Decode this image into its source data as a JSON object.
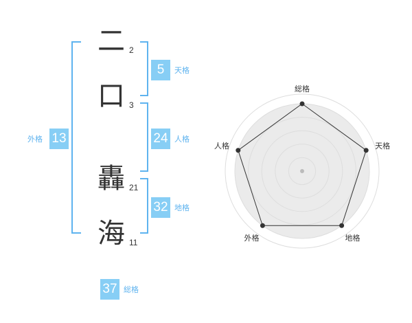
{
  "characters": [
    {
      "char": "二",
      "strokes": "2"
    },
    {
      "char": "口",
      "strokes": "3"
    },
    {
      "char": "轟",
      "strokes": "21"
    },
    {
      "char": "海",
      "strokes": "11"
    }
  ],
  "scores": {
    "tenkaku": {
      "value": "5",
      "label": "天格"
    },
    "jinkaku": {
      "value": "24",
      "label": "人格"
    },
    "chikaku": {
      "value": "32",
      "label": "地格"
    },
    "gaikaku": {
      "value": "13",
      "label": "外格"
    },
    "soukaku": {
      "value": "37",
      "label": "総格"
    }
  },
  "chart_data": {
    "type": "radar",
    "axes": [
      "総格",
      "天格",
      "地格",
      "外格",
      "人格"
    ],
    "values": [
      5,
      5,
      5,
      5,
      5
    ],
    "rlim": [
      0,
      5
    ],
    "ring_count": 5,
    "colors": {
      "line": "#333333",
      "ring": "#dddddd",
      "fill": "#ebebeb"
    }
  }
}
